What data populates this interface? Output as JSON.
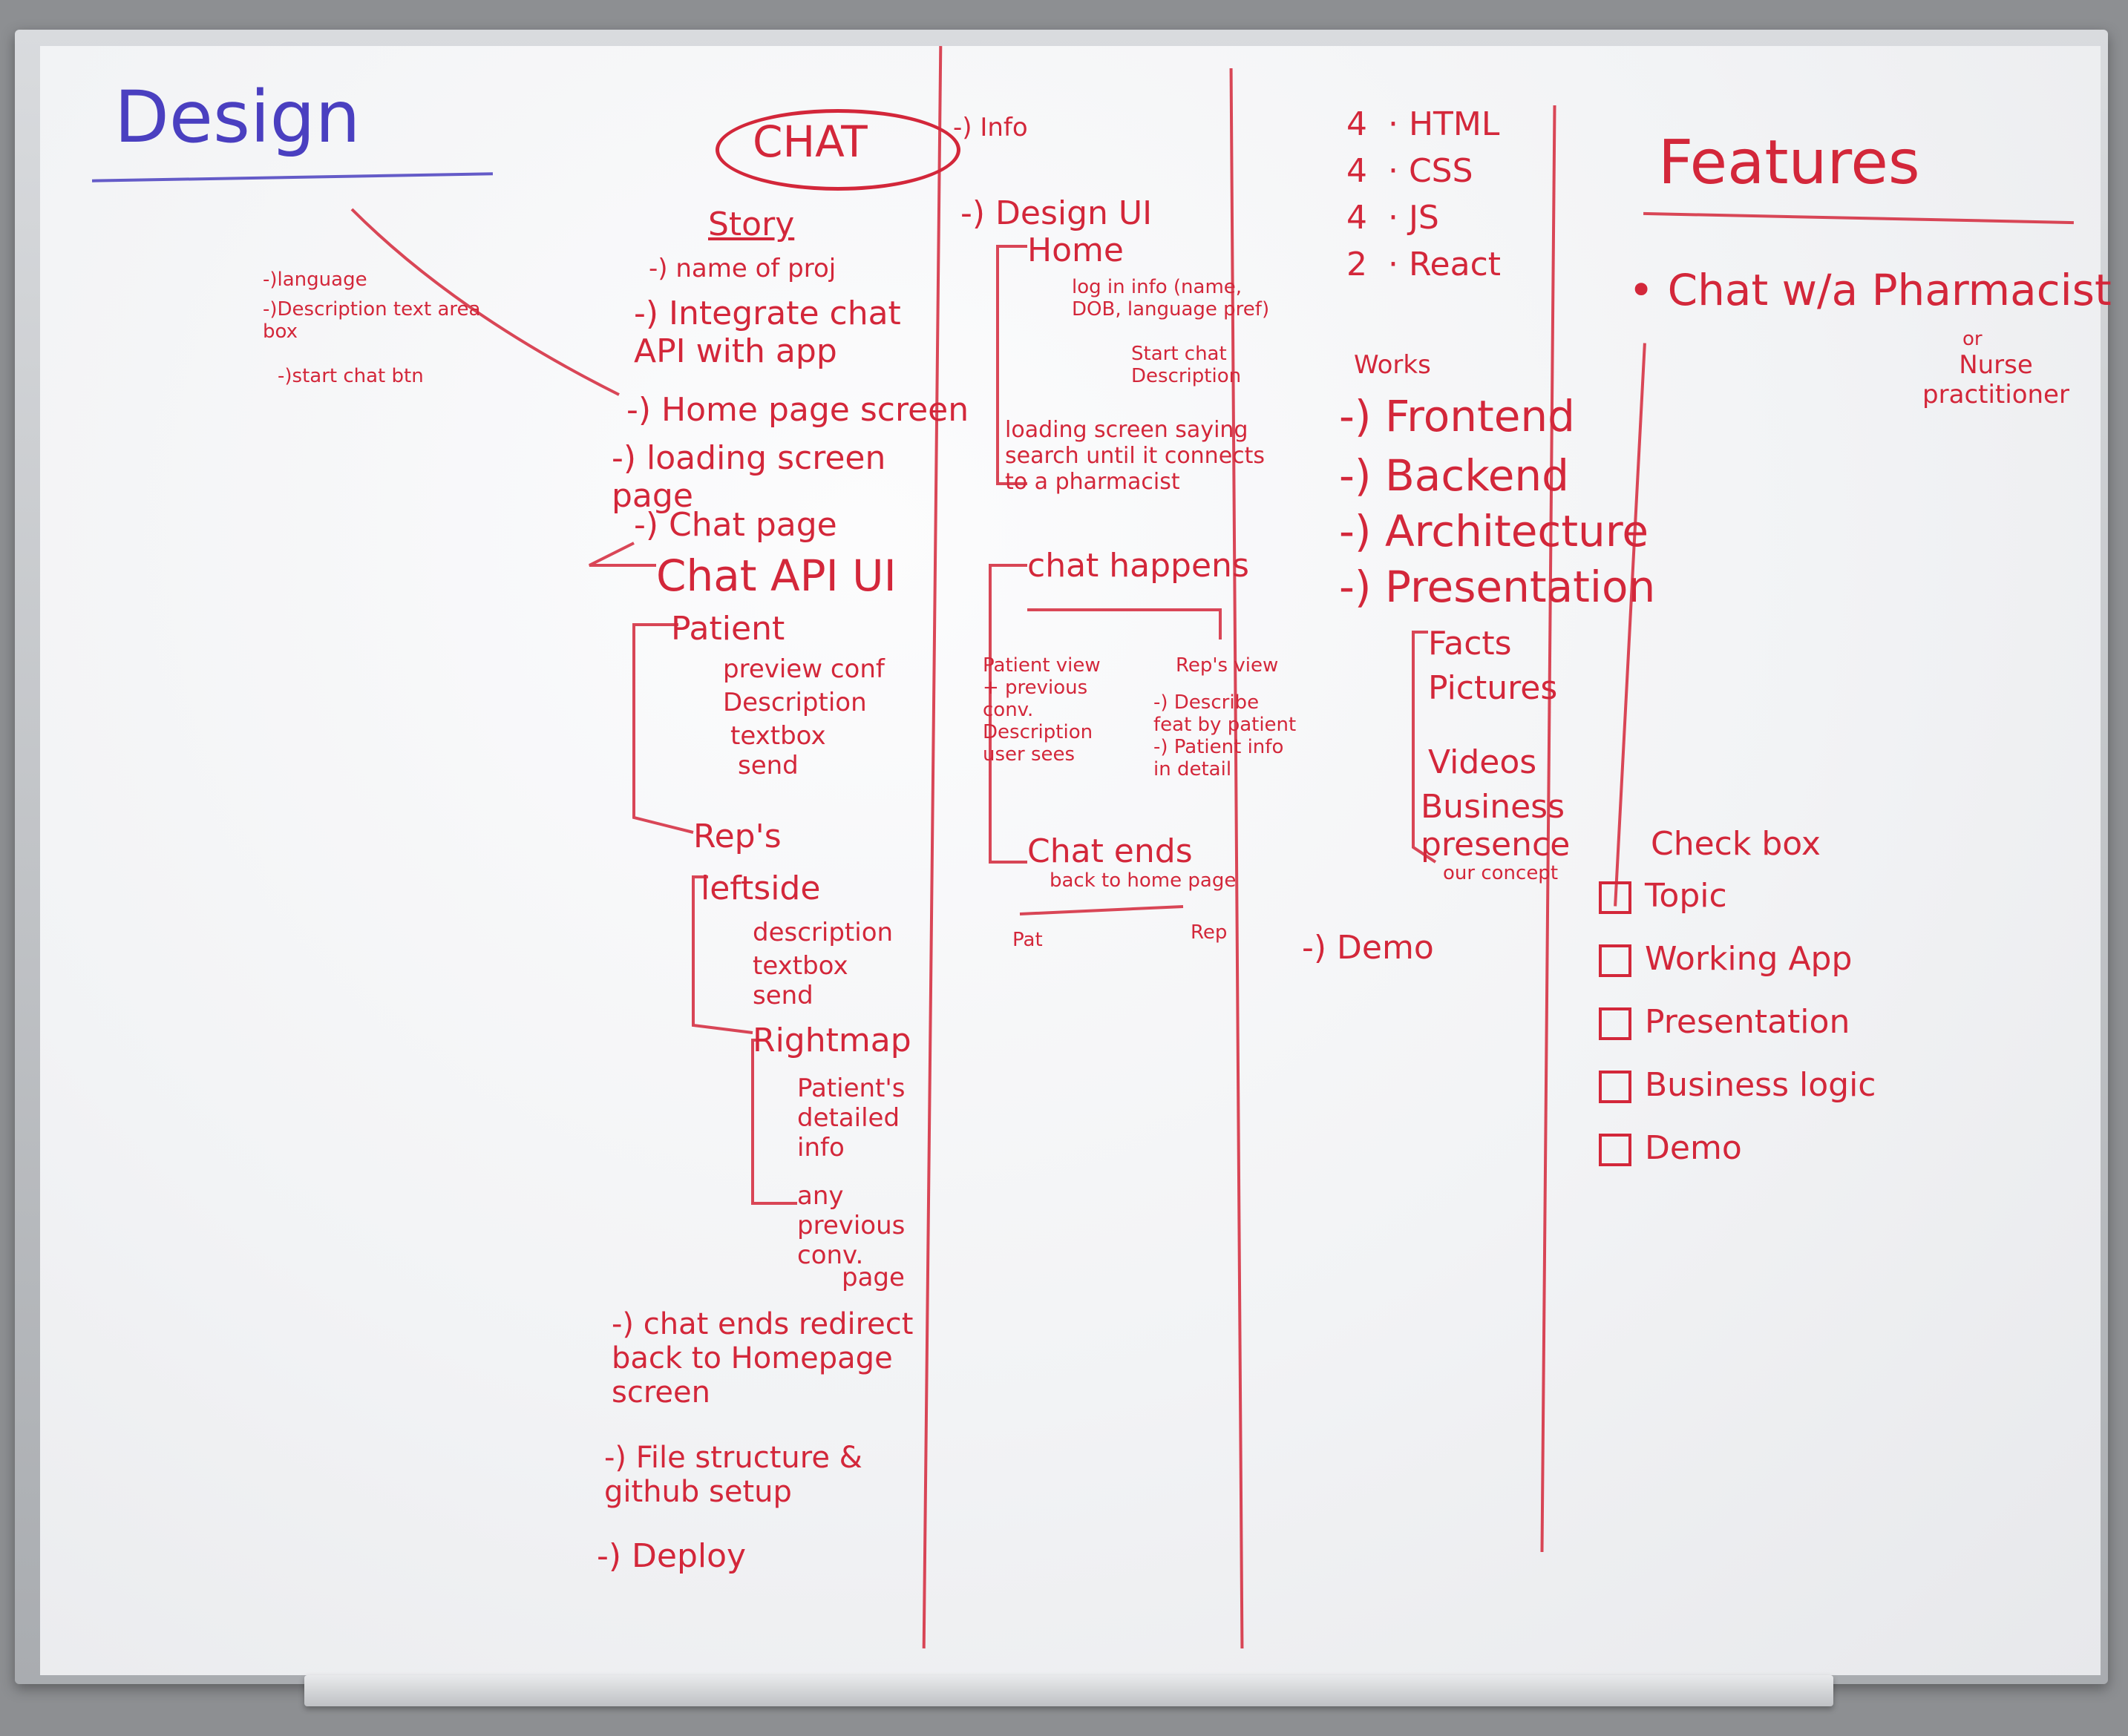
{
  "design": {
    "title": "Design",
    "notes": [
      "-)language",
      "-)Description text area box",
      "-)start chat btn"
    ]
  },
  "chat": {
    "title": "CHAT",
    "story": "Story",
    "items": [
      "-) name of proj",
      "-) Integrate chat API with app",
      "-) Home page screen",
      "-) loading screen page",
      "-) Chat page",
      "Chat API UI"
    ],
    "patient_label": "Patient",
    "patient_items": [
      "preview conf",
      "Description",
      "textbox",
      "send"
    ],
    "reps_label": "Rep's",
    "leftside_label": "leftside",
    "leftside_items": [
      "description",
      "textbox",
      "send"
    ],
    "rightside_label": "Rightmap",
    "rightside_items": [
      "Patient's detailed info",
      "any previous conv.",
      "page"
    ],
    "tail_items": [
      "-) chat ends redirect back to Homepage screen",
      "-) File structure & github setup",
      "-) Deploy"
    ]
  },
  "design_ui": {
    "top": "-) Info",
    "title": "-) Design UI",
    "home": "Home",
    "home_note": "log in info (name, DOB, language pref)",
    "start_chat": "Start chat Description",
    "loading": "loading screen saying search until it connects to a pharmacist",
    "chat_happens": "chat happens",
    "patient_view": "Patient view + previous conv. Description user sees",
    "reps_view": "Rep's view",
    "reps_items": "-) Describe feat by patient -) Patient info in detail",
    "chat_ends": "Chat ends",
    "back_home": "back to home page",
    "pat_short": "Pat",
    "rep_short": "Rep"
  },
  "tech": {
    "rows": [
      {
        "n": "4",
        "label": "HTML"
      },
      {
        "n": "4",
        "label": "CSS"
      },
      {
        "n": "4",
        "label": "JS"
      },
      {
        "n": "2",
        "label": "React"
      }
    ]
  },
  "works": {
    "title": "Works",
    "items": [
      "-) Frontend",
      "-) Backend",
      "-) Architecture",
      "-) Presentation"
    ],
    "presentation_items": [
      "Facts",
      "Pictures",
      "Videos",
      "Business presence",
      "our concept"
    ],
    "demo": "-) Demo"
  },
  "features": {
    "title": "Features",
    "chat_item": "• Chat w/a Pharmacist",
    "or": "or",
    "alt": "Nurse practitioner"
  },
  "checkbox": {
    "title": "Check box",
    "items": [
      "Topic",
      "Working App",
      "Presentation",
      "Business logic",
      "Demo"
    ]
  }
}
